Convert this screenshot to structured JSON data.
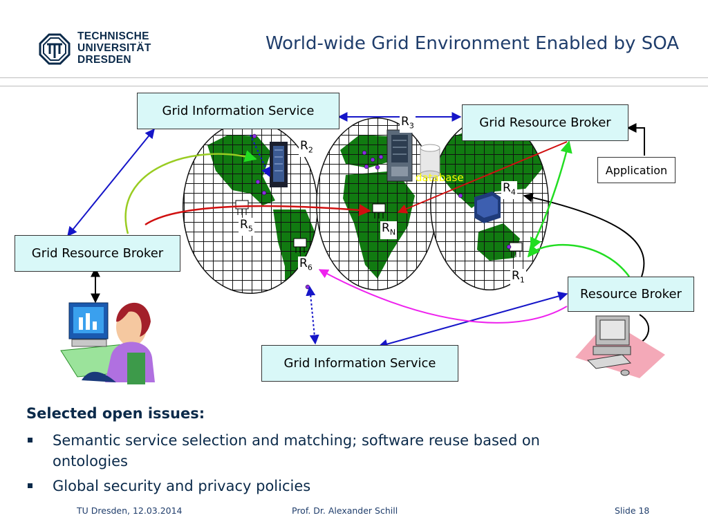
{
  "logo": {
    "line1": "TECHNISCHE",
    "line2": "UNIVERSITÄT",
    "line3": "DRESDEN"
  },
  "title": "World-wide Grid Environment Enabled by SOA",
  "diagram": {
    "gis_top": "Grid Information Service",
    "grb_top": "Grid Resource Broker",
    "grb_left": "Grid Resource Broker",
    "application": "Application",
    "resource_broker": "Resource Broker",
    "gis_bottom": "Grid Information Service",
    "database": "database",
    "resources": [
      {
        "base": "R",
        "sub": "2"
      },
      {
        "base": "R",
        "sub": "3"
      },
      {
        "base": "R",
        "sub": "4"
      },
      {
        "base": "R",
        "sub": "5"
      },
      {
        "base": "R",
        "sub": "N"
      },
      {
        "base": "R",
        "sub": "6"
      },
      {
        "base": "R",
        "sub": "1"
      }
    ],
    "colors": {
      "box_fill": "#d9f8f8",
      "land": "#117a11",
      "arrow_blue": "#1515c8",
      "arrow_red": "#d01010",
      "arrow_green": "#22dd22",
      "arrow_lime": "#99cc22",
      "arrow_magenta": "#ee22ee"
    }
  },
  "issues": {
    "heading": "Selected open issues:",
    "items": [
      "Semantic service selection and matching; software reuse based on ontologies",
      "Global security and privacy policies"
    ]
  },
  "footer": {
    "left": "TU Dresden, 12.03.2014",
    "center": "Prof. Dr. Alexander Schill",
    "right": "Slide 18"
  }
}
